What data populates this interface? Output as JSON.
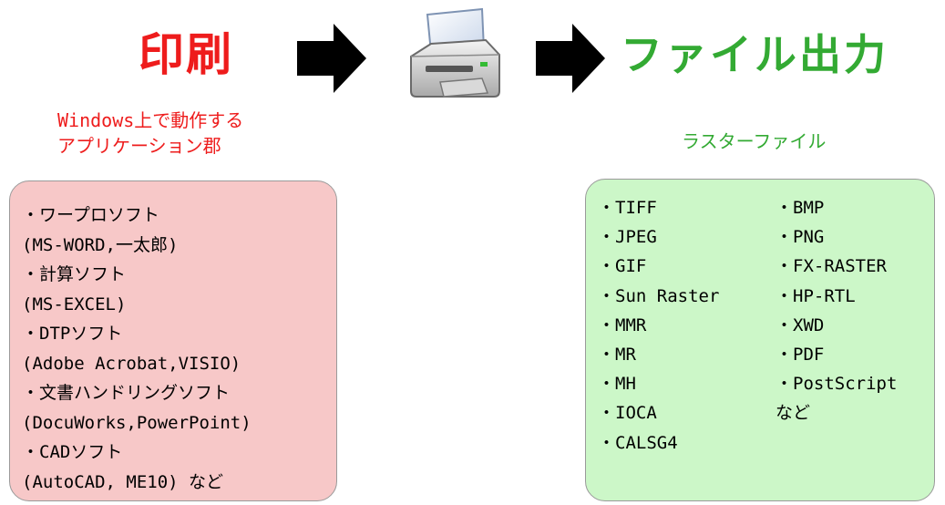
{
  "print_label": "印刷",
  "output_label": "ファイル出力",
  "print_caption": [
    "Windows上で動作する",
    "アプリケーション郡"
  ],
  "output_caption": "ラスターファイル",
  "applications": [
    "・ワープロソフト",
    "(MS-WORD,一太郎)",
    "・計算ソフト",
    "(MS-EXCEL)",
    "・DTPソフト",
    "(Adobe Acrobat,VISIO)",
    "・文書ハンドリングソフト",
    "(DocuWorks,PowerPoint)",
    "・CADソフト",
    "(AutoCAD, ME10) など"
  ],
  "formats_col1": [
    "・TIFF",
    "・JPEG",
    "・GIF",
    "・Sun Raster",
    "・MMR",
    "・MR",
    "・MH",
    "・IOCA",
    "・CALSG4"
  ],
  "formats_col2": [
    "・BMP",
    "・PNG",
    "・FX-RASTER",
    "・HP-RTL",
    "・XWD",
    "・PDF",
    "・PostScript",
    "など"
  ],
  "icons": [
    "right-arrow-icon",
    "printer-icon",
    "right-arrow-icon"
  ],
  "colors": {
    "print": "#ee1c1c",
    "output": "#33aa33",
    "app_box": "#f7c8c8",
    "format_box": "#ccf7c8",
    "box_border": "#9a9a9a"
  }
}
